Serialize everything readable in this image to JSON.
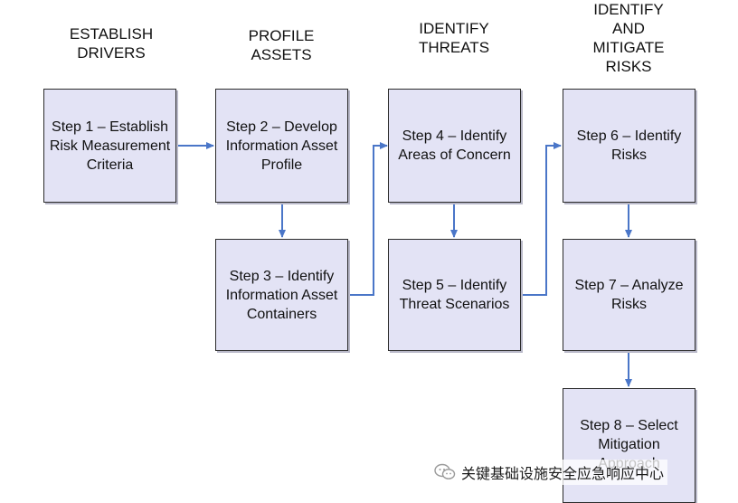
{
  "columns": [
    {
      "label": "ESTABLISH\nDRIVERS"
    },
    {
      "label": "PROFILE\nASSETS"
    },
    {
      "label": "IDENTIFY\nTHREATS"
    },
    {
      "label": "IDENTIFY\nAND\nMITIGATE\nRISKS"
    }
  ],
  "steps": [
    {
      "label": "Step 1 – Establish\nRisk Measurement\nCriteria"
    },
    {
      "label": "Step 2 – Develop\nInformation Asset\nProfile"
    },
    {
      "label": "Step 3 – Identify\nInformation Asset\nContainers"
    },
    {
      "label": "Step 4 – Identify\nAreas of Concern"
    },
    {
      "label": "Step 5 – Identify\nThreat Scenarios"
    },
    {
      "label": "Step 6 – Identify\nRisks"
    },
    {
      "label": "Step 7 – Analyze\nRisks"
    },
    {
      "label": "Step 8 – Select\nMitigation\nApproach"
    }
  ],
  "colors": {
    "box_fill": "#e3e3f5",
    "box_border": "#2b2b2b",
    "arrow": "#4a76c8"
  },
  "watermark": {
    "text": "关键基础设施安全应急响应中心",
    "icon": "wechat-icon"
  }
}
